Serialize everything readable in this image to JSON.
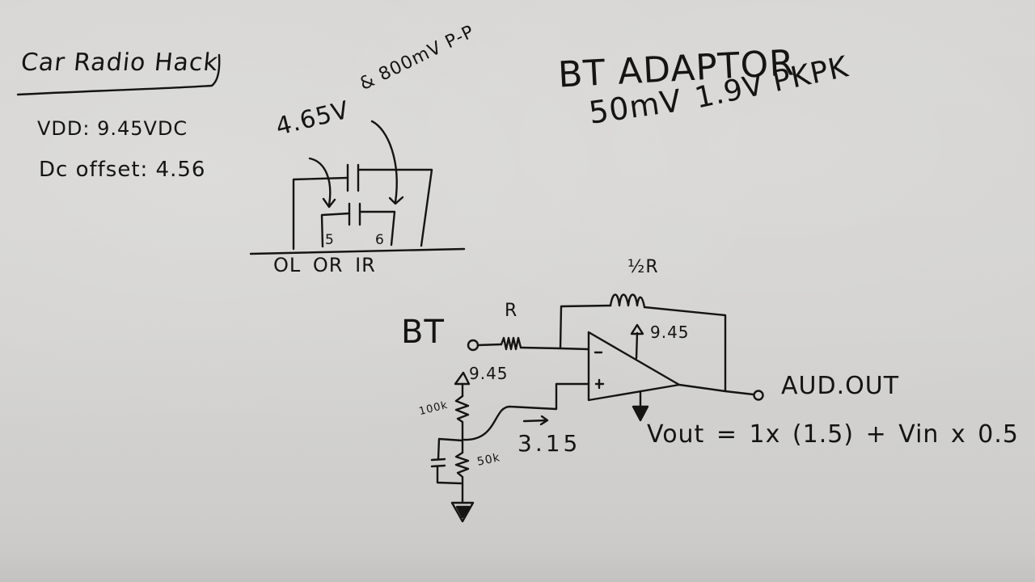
{
  "board": {
    "background_color": "#d5d4d2",
    "ink_color": "#141414"
  },
  "notes": {
    "title": "Car Radio Hack",
    "vdd": "VDD: 9.45VDC",
    "dc_offset": "Dc offset: 4.56"
  },
  "connector_sketch": {
    "voltage_label": "4.65V",
    "signal_label": "& 800mV P-P",
    "pin_5": "5",
    "pin_6": "6",
    "pin_labels": "OL OR IR"
  },
  "bt_adaptor": {
    "title": "BT ADAPTOR",
    "level_mv": "50mV",
    "level_pkpk": "1.9V PKPK"
  },
  "amplifier_circuit": {
    "input_label": "BT",
    "input_resistor": "R",
    "feedback_resistor": "½R",
    "opamp_supply": "9.45",
    "divider_supply": "9.45",
    "divider_top_resistor": "100k",
    "divider_bottom_resistor": "50k",
    "bias_voltage": "3.15",
    "output_label": "AUD.OUT",
    "inverting_input": "−",
    "noninverting_input": "+",
    "formula": "Vout = 1x (1.5) + Vin x 0.5"
  }
}
